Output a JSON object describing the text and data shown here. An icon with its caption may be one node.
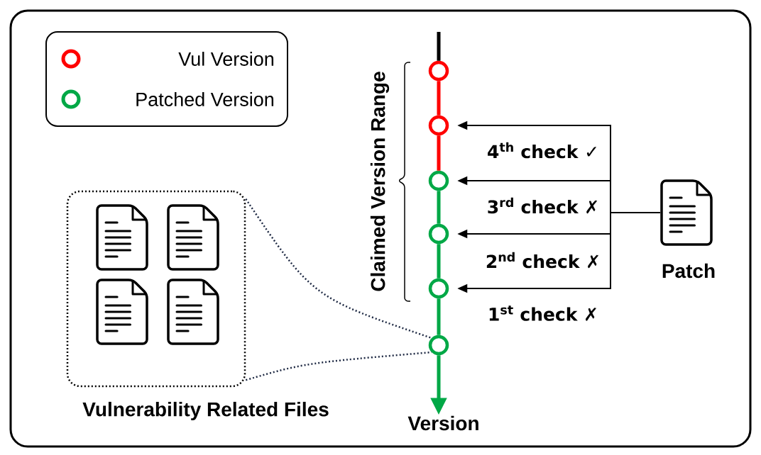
{
  "diagram": {
    "nodes": [
      {
        "text": [
          "Vulnerability Related Files"
        ]
      },
      {
        "text": [],
        "shape": "circle"
      },
      {
        "text": [],
        "shape": "circle"
      },
      {
        "text": [],
        "shape": "circle"
      },
      {
        "text": [],
        "shape": "circle"
      },
      {
        "text": [],
        "shape": "circle"
      },
      {
        "text": [],
        "shape": "circle"
      },
      {
        "text": [
          "Version"
        ]
      },
      {
        "text": [
          "Patch"
        ]
      }
    ],
    "edges": [
      {
        "from": null,
        "to": 1,
        "arrow": "none",
        "color": "#000000"
      },
      {
        "from": 1,
        "to": 2,
        "arrow": "none",
        "color": "#ff0000"
      },
      {
        "from": 2,
        "to": 3,
        "arrow": "none",
        "color": "#ff0000"
      },
      {
        "from": 3,
        "to": 4,
        "arrow": "none",
        "color": "#00a846"
      },
      {
        "from": 4,
        "to": 5,
        "arrow": "none",
        "color": "#00a846"
      },
      {
        "from": 5,
        "to": 6,
        "arrow": "none",
        "color": "#00a846"
      },
      {
        "from": 6,
        "to": 7,
        "arrow": "to",
        "color": "#00a846"
      },
      {
        "from": 8,
        "to": 2,
        "arrow": "to",
        "label": "4$^{th}$ check ✓"
      },
      {
        "from": 8,
        "to": 3,
        "arrow": "to",
        "label": "3$^{rd}$ check ✗"
      },
      {
        "from": 8,
        "to": 4,
        "arrow": "to",
        "label": "2$^{nd}$ check ✗"
      },
      {
        "from": 8,
        "to": 5,
        "arrow": "to",
        "label": "1$^{st}$ check ✗"
      },
      {
        "from": 0,
        "to": 6,
        "arrow": "none",
        "style": "dashed",
        "color": "#1f2a44"
      },
      {
        "from": 0,
        "to": 6,
        "arrow": "none",
        "style": "dashed",
        "color": "#1f2a44"
      }
    ],
    "labels": [
      "Claimed Version Range"
    ],
    "legend": [
      {
        "text": "Vul Version",
        "color": "#ff0000"
      },
      {
        "text": "Patched Version",
        "color": "#00a846"
      }
    ]
  }
}
